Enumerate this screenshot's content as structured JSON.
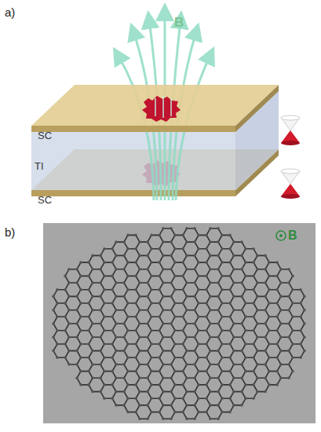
{
  "diagram": {
    "labels": [
      "a)",
      "B",
      "SC",
      "TI",
      "SC",
      "b)",
      "B"
    ]
  }
}
